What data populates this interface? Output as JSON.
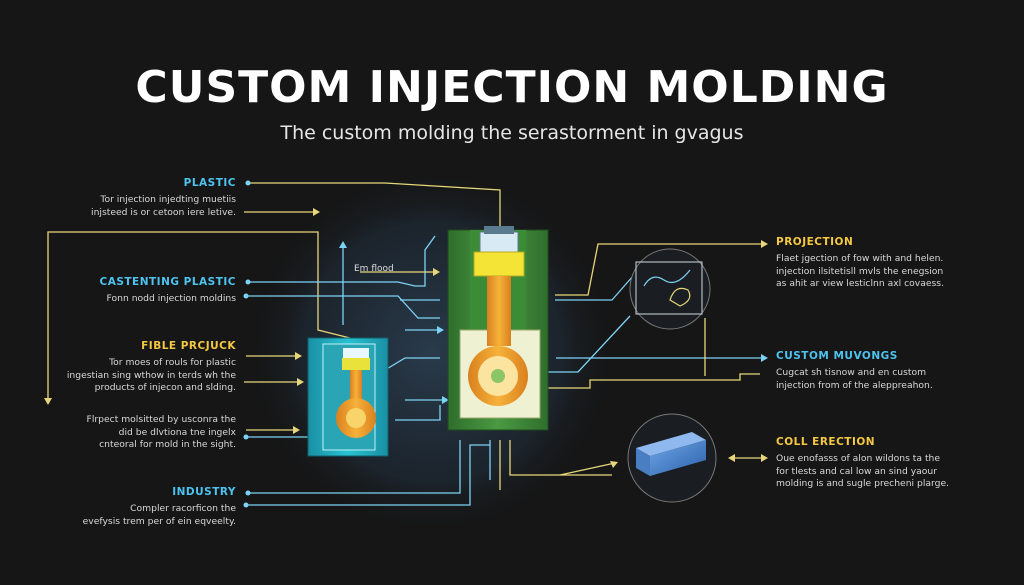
{
  "title": "CUSTOM INJECTION MOLDING",
  "subtitle": "The custom molding the serastorment in gvagus",
  "diagram_label": "Em flood",
  "colors": {
    "background": "#161616",
    "left_heading_blue": "#4dc3f0",
    "right_heading_yellow": "#f5c842",
    "connector_yellow": "#e8d77a",
    "connector_blue": "#7dd3f5",
    "mold_green": "#3f8a3a",
    "mold_teal": "#1fb0c2",
    "plastic_orange": "#f0a22a"
  },
  "left_items": [
    {
      "heading": "PLASTIC",
      "heading_color": "#4dc3f0",
      "text": "Tor injection injedting muetiis\ninjsteed is or cetoon iere letive."
    },
    {
      "heading": "CASTENTING PLASTIC",
      "heading_color": "#4dc3f0",
      "text": "Fonn nodd injection moldins"
    },
    {
      "heading": "FIBLE PRCJUCK",
      "heading_color": "#f5c842",
      "text": "Tor moes of rouls for plastic\ningestian sing wthow in terds wh the\nproducts of injecon and slding."
    },
    {
      "heading": "",
      "heading_color": "#4dc3f0",
      "text": "Flrpect molsitted by usconra the\ndid be dlvtiona tne ingelx\ncnteoral for mold in the sight."
    },
    {
      "heading": "INDUSTRY",
      "heading_color": "#4dc3f0",
      "text": "Compler racorficon the\nevefysis trem per of ein eqveelty."
    }
  ],
  "right_items": [
    {
      "heading": "PROJECTION",
      "heading_color": "#f5c842",
      "text": "Flaet jgection of fow with and helen.\ninjection ilsitetisll mvls the enegsion\nas ahit ar view lesticlnn axl covaess."
    },
    {
      "heading": "CUSTOM MUVONGS",
      "heading_color": "#4dc3f0",
      "text": "Cugcat sh tisnow and en custom\ninjection from of the aleppreahon."
    },
    {
      "heading": "COLL ERECTION",
      "heading_color": "#f5c842",
      "text": "Oue enofasss of alon wildons ta the\nfor tlests and cal low an sind yaour\nmolding is and sugle precheni plarge."
    }
  ]
}
